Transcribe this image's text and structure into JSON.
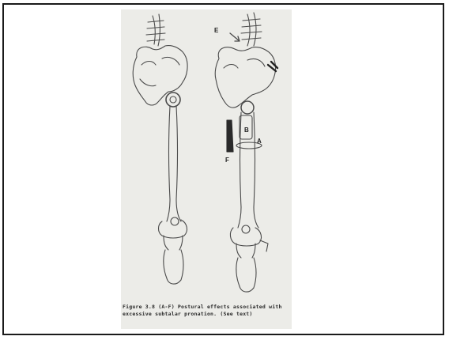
{
  "figure": {
    "labels": {
      "A": "A",
      "B": "B",
      "E": "E",
      "F": "F"
    },
    "caption_line1": "Figure 3.8 (A-F) Postural effects associated with",
    "caption_line2": "excessive subtalar pronation. (See text)"
  }
}
